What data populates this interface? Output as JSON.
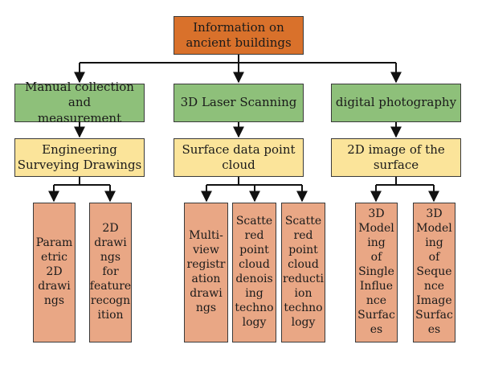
{
  "root": {
    "label": "Information on\nancient buildings"
  },
  "methods": [
    {
      "label": "Manual collection and\nmeasurement"
    },
    {
      "label": "3D Laser Scanning"
    },
    {
      "label": "digital photography"
    }
  ],
  "data_types": [
    {
      "label": "Engineering\nSurveying Drawings"
    },
    {
      "label": "Surface data point\ncloud"
    },
    {
      "label": "2D image of the\nsurface"
    }
  ],
  "leaves": [
    {
      "label": "Param\netric\n2D\ndrawi\nngs"
    },
    {
      "label": "2D\ndrawi\nngs\nfor\nfeature\nrecogn\nition"
    },
    {
      "label": "Multi-\nview\nregistr\nation\ndrawi\nngs"
    },
    {
      "label": "Scatte\nred\npoint\ncloud\ndenois\ning\ntechno\nlogy"
    },
    {
      "label": "Scatte\nred\npoint\ncloud\nreducti\nion\ntechno\nlogy"
    },
    {
      "label": "3D\nModel\ning\nof\nSingle\nInflue\nnce\nSurfac\nes"
    },
    {
      "label": "3D\nModel\ning\nof\nSeque\nnce\nImage\nSurfac\nes"
    }
  ]
}
